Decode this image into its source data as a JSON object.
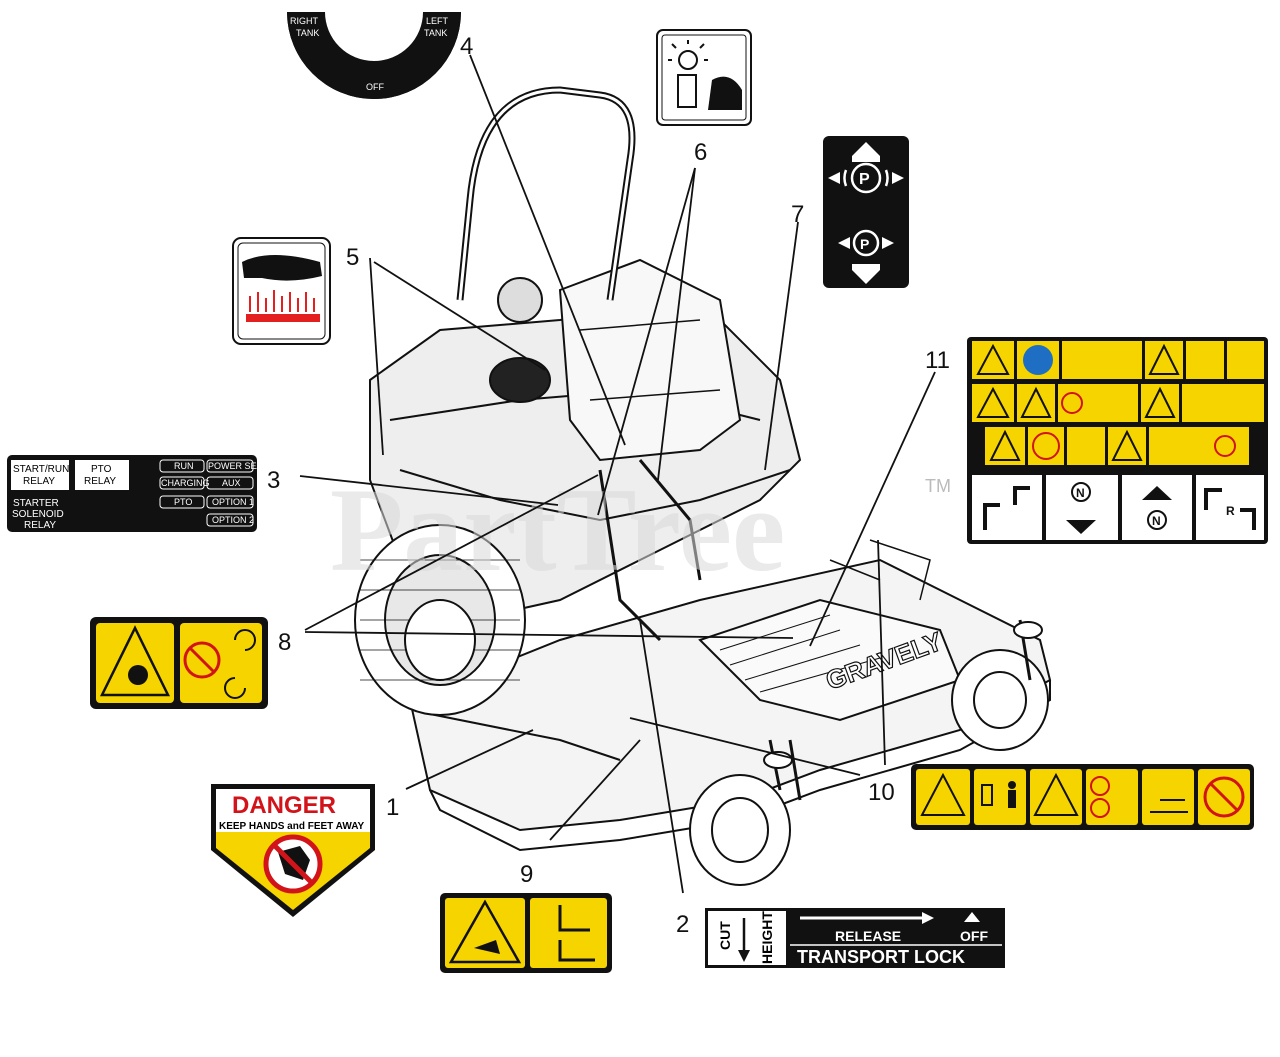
{
  "watermark": "PartTree",
  "trademark": "TM",
  "callouts": [
    "1",
    "2",
    "3",
    "4",
    "5",
    "6",
    "7",
    "8",
    "9",
    "10",
    "11"
  ],
  "decals": {
    "fuel_selector": {
      "right": [
        "RIGHT",
        "TANK"
      ],
      "left": [
        "LEFT",
        "TANK"
      ],
      "off": "OFF"
    },
    "relay": {
      "start_run": [
        "START/RUN",
        "RELAY"
      ],
      "pto": [
        "PTO",
        "RELAY"
      ],
      "starter": [
        "STARTER",
        "SOLENOID",
        "RELAY"
      ],
      "run": "RUN",
      "power_seat": "POWER SEAT",
      "charging": "CHARGING",
      "aux": "AUX",
      "pto_small": "PTO",
      "option1": "OPTION 1",
      "option2": "OPTION 2"
    },
    "danger": {
      "title": "DANGER",
      "subtitle": "KEEP HANDS and FEET AWAY"
    },
    "transport": {
      "cut": "CUT",
      "height": "HEIGHT",
      "release": "RELEASE",
      "off": "OFF",
      "lock": "TRANSPORT LOCK"
    },
    "deck_brand": "GRAVELY",
    "brake": {
      "p": "P"
    },
    "neutral": {
      "n": "N",
      "r": "R"
    }
  },
  "colors": {
    "warning_yellow": "#f5d400",
    "danger_red": "#d2131a",
    "label_black": "#111111"
  }
}
